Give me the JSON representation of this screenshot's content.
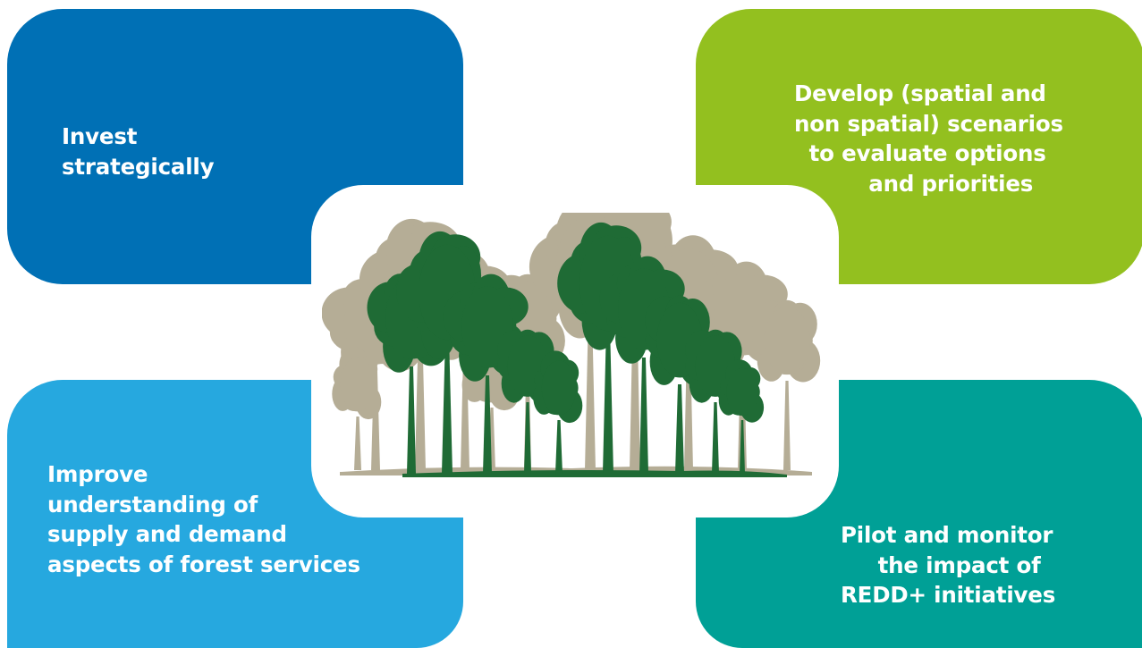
{
  "colors": {
    "top_left": "#0070b5",
    "top_right": "#93c01f",
    "bottom_left": "#26a8df",
    "bottom_right": "#00a096",
    "tree_back": "#b5ad96",
    "tree_front": "#1f6b35",
    "text": "#ffffff"
  },
  "quadrants": {
    "top_left": {
      "text": "Invest\nstrategically"
    },
    "top_right": {
      "text": "Develop (spatial and\nnon spatial) scenarios\n  to evaluate options\n          and priorities"
    },
    "bottom_left": {
      "text": "Improve\nunderstanding of\nsupply and demand\naspects of forest services"
    },
    "bottom_right": {
      "text": "Pilot and monitor\n     the impact of\nREDD+ initiatives"
    }
  },
  "center": {
    "icon": "forest-trees-icon"
  }
}
